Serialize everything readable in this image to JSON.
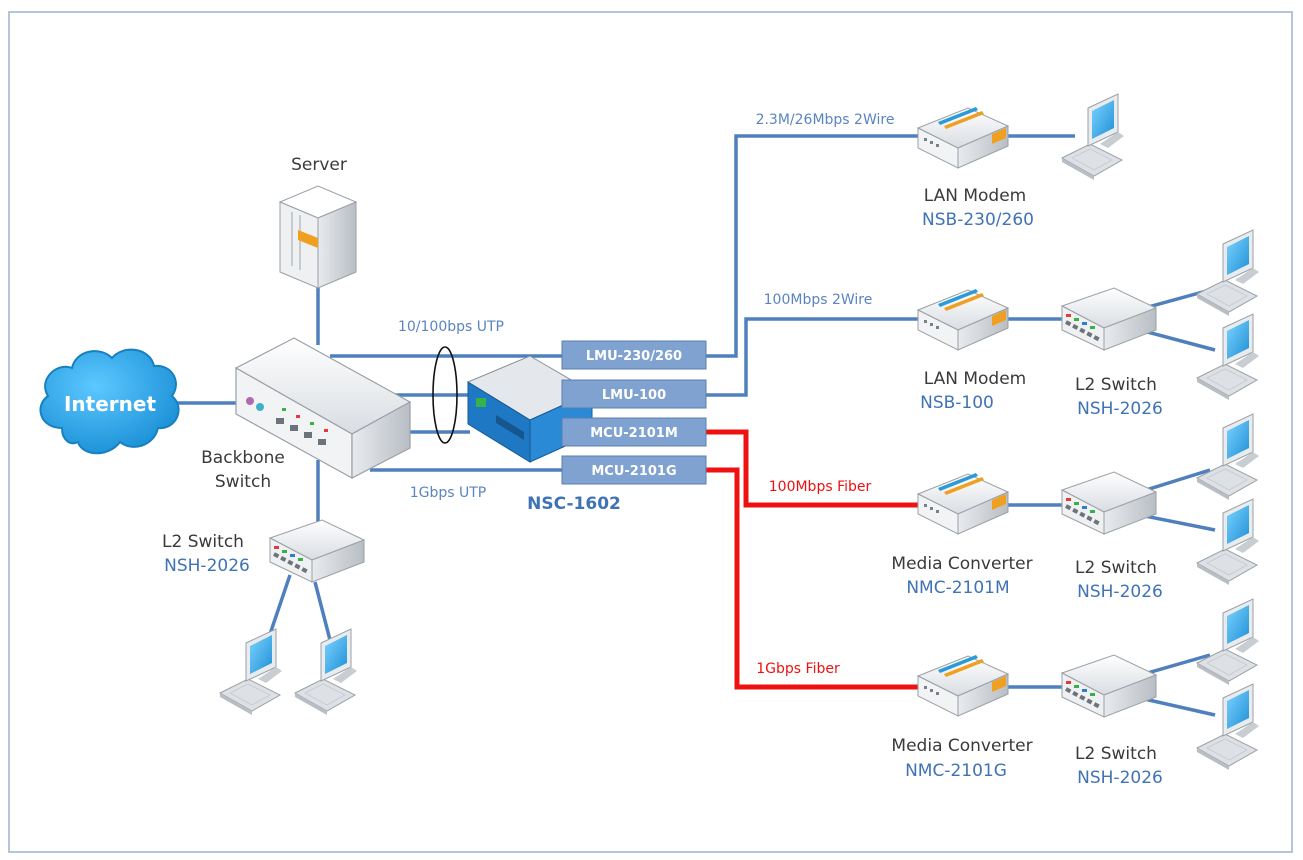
{
  "internet": {
    "label": "Internet"
  },
  "server": {
    "label": "Server"
  },
  "backbone_switch": {
    "label_line1": "Backbone",
    "label_line2": "Switch"
  },
  "left_l2_switch": {
    "label": "L2 Switch",
    "model": "NSH-2026"
  },
  "central_unit": {
    "model": "NSC-1602",
    "uplink_top_label": "10/100bps UTP",
    "uplink_bottom_label": "1Gbps UTP",
    "cards": [
      "LMU-230/260",
      "LMU-100",
      "MCU-2101M",
      "MCU-2101G"
    ]
  },
  "branches": [
    {
      "link_label": "2.3M/26Mbps 2Wire",
      "device_label": "LAN Modem",
      "device_model": "NSB-230/260",
      "link_type": "copper"
    },
    {
      "link_label": "100Mbps 2Wire",
      "device_label": "LAN Modem",
      "device_model": "NSB-100",
      "switch_label": "L2 Switch",
      "switch_model": "NSH-2026",
      "link_type": "copper"
    },
    {
      "link_label": "100Mbps Fiber",
      "device_label": "Media Converter",
      "device_model": "NMC-2101M",
      "switch_label": "L2 Switch",
      "switch_model": "NSH-2026",
      "link_type": "fiber"
    },
    {
      "link_label": "1Gbps Fiber",
      "device_label": "Media Converter",
      "device_model": "NMC-2101G",
      "switch_label": "L2 Switch",
      "switch_model": "NSH-2026",
      "link_type": "fiber"
    }
  ],
  "colors": {
    "copper_line": "#4f80bd",
    "fiber_line": "#ee1111",
    "card_fill": "#7fa2d0",
    "cloud": "#2aa7e6",
    "frame": "#9ab3d3"
  }
}
